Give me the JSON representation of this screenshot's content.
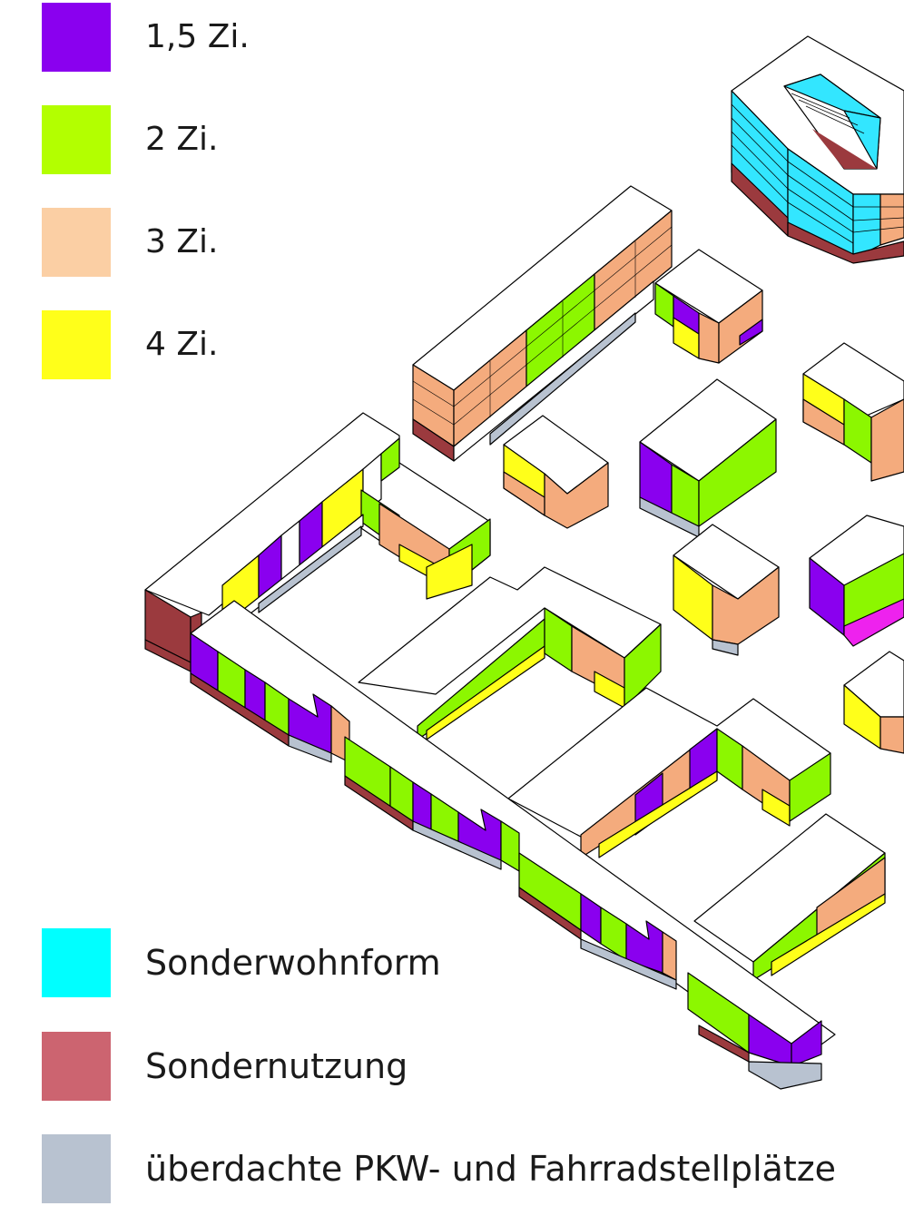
{
  "legend_top": [
    {
      "label": "1,5 Zi.",
      "color": "#8a00ef"
    },
    {
      "label": "2 Zi.",
      "color": "#b3ff00"
    },
    {
      "label": "3 Zi.",
      "color": "#fbcfa4"
    },
    {
      "label": "4 Zi.",
      "color": "#ffff1a"
    }
  ],
  "legend_bottom": [
    {
      "label": "Sonderwohnform",
      "color": "#00ffff"
    },
    {
      "label": "Sondernutzung",
      "color": "#cc6470"
    },
    {
      "label": "überdachte PKW- und Fahrradstellplätze",
      "color": "#b8c2d0"
    }
  ],
  "colors": {
    "roof": "#ffffff",
    "outline": "#000000",
    "one_and_half_room": "#8a00ef",
    "two_room": "#8cf700",
    "three_room": "#f4ab7d",
    "four_room": "#ffff1a",
    "special_housing": "#33e6ff",
    "special_use": "#9b3a3e",
    "parking": "#b8c2d0",
    "accent_magenta": "#ee22ee"
  }
}
